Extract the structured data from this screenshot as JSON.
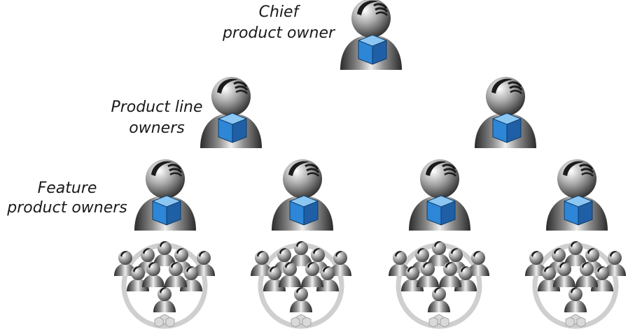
{
  "labels": {
    "chief_line1": "Chief",
    "chief_line2": "product owner",
    "line_owners_line1": "Product line",
    "line_owners_line2": "owners",
    "feature_line1": "Feature",
    "feature_line2": "product owners"
  },
  "colors": {
    "cube_front": "#2d86d6",
    "cube_top": "#8cc6f2",
    "cube_side": "#1f5fa6",
    "team_ring": "#cfcfcf"
  },
  "icons": {
    "owner": "person-with-cube-icon",
    "team": "team-group-icon"
  }
}
